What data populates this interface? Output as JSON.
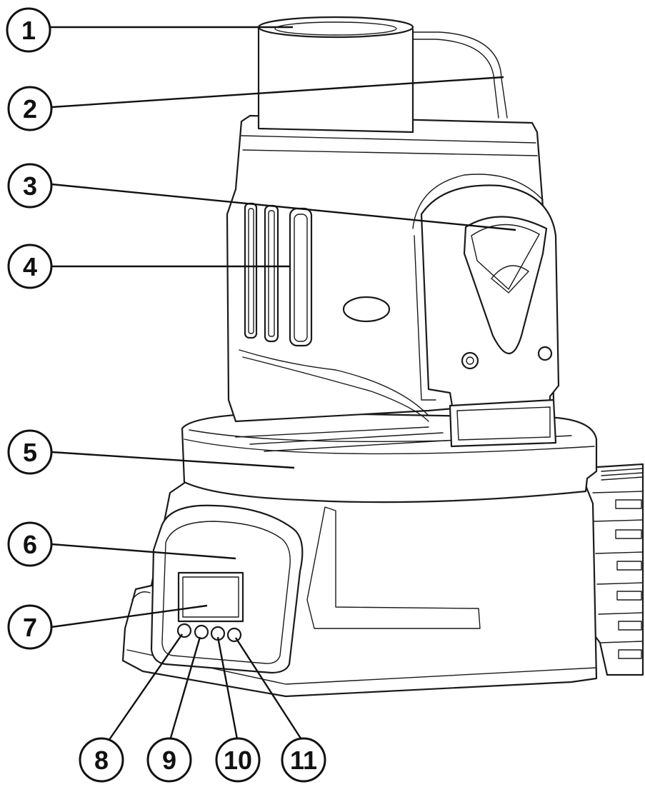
{
  "colors": {
    "ink": "#1a1a1a",
    "background": "#ffffff"
  },
  "callouts": [
    {
      "id": "1",
      "label": "1"
    },
    {
      "id": "2",
      "label": "2"
    },
    {
      "id": "3",
      "label": "3"
    },
    {
      "id": "4",
      "label": "4"
    },
    {
      "id": "5",
      "label": "5"
    },
    {
      "id": "6",
      "label": "6"
    },
    {
      "id": "7",
      "label": "7"
    },
    {
      "id": "8",
      "label": "8"
    },
    {
      "id": "9",
      "label": "9"
    },
    {
      "id": "10",
      "label": "10"
    },
    {
      "id": "11",
      "label": "11"
    }
  ]
}
